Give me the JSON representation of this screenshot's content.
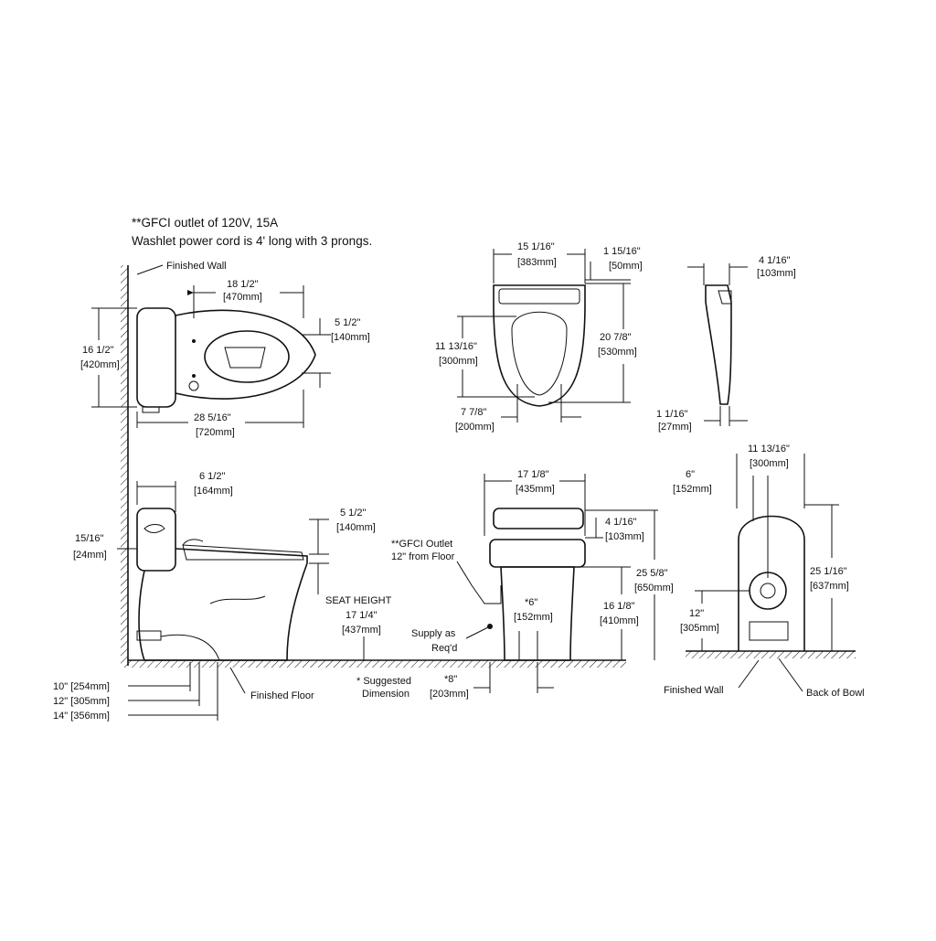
{
  "notes": {
    "line1": "**GFCI outlet of 120V, 15A",
    "line2": "Washlet power cord is 4' long with 3 prongs."
  },
  "top_view": {
    "finished_wall": "Finished Wall",
    "width_in": "18 1/2\"",
    "width_mm": "[470mm]",
    "offset_in": "5 1/2\"",
    "offset_mm": "[140mm]",
    "depth_in": "16 1/2\"",
    "depth_mm": "[420mm]",
    "length_in": "28 5/16\"",
    "length_mm": "[720mm]"
  },
  "seat_top": {
    "width_in": "15 1/16\"",
    "width_mm": "[383mm]",
    "hinge_in": "1 15/16\"",
    "hinge_mm": "[50mm]",
    "opening_in": "11 13/16\"",
    "opening_mm": "[300mm]",
    "length_in": "20 7/8\"",
    "length_mm": "[530mm]",
    "front_in": "7 7/8\"",
    "front_mm": "[200mm]"
  },
  "seat_side": {
    "height_in": "4 1/16\"",
    "height_mm": "[103mm]",
    "thick_in": "1 1/16\"",
    "thick_mm": "[27mm]"
  },
  "side_view": {
    "tank_in": "6 1/2\"",
    "tank_mm": "[164mm]",
    "lid_in": "15/16\"",
    "lid_mm": "[24mm]",
    "seat_off_in": "5 1/2\"",
    "seat_off_mm": "[140mm]",
    "seat_height_label": "SEAT HEIGHT",
    "seat_height_in": "17 1/4\"",
    "seat_height_mm": "[437mm]",
    "rough_10": "10\" [254mm]",
    "rough_12": "12\" [305mm]",
    "rough_14": "14\" [356mm]",
    "finished_floor": "Finished Floor"
  },
  "front_view": {
    "gfci_line1": "**GFCI Outlet",
    "gfci_line2": "12\" from Floor",
    "width_in": "17 1/8\"",
    "width_mm": "[435mm]",
    "seat_h_in": "4 1/16\"",
    "seat_h_mm": "[103mm]",
    "total_in": "25 5/8\"",
    "total_mm": "[650mm]",
    "base_in": "16 1/8\"",
    "base_mm": "[410mm]",
    "center_in": "*6\"",
    "center_mm": "[152mm]",
    "supply_line1": "Supply as",
    "supply_line2": "Req'd",
    "suggested_line1": "* Suggested",
    "suggested_line2": "Dimension",
    "supply_in": "*8\"",
    "supply_mm": "[203mm]"
  },
  "back_view": {
    "width_in": "11 13/16\"",
    "width_mm": "[300mm]",
    "offset_in": "6\"",
    "offset_mm": "[152mm]",
    "height_in": "25 1/16\"",
    "height_mm": "[637mm]",
    "outlet_in": "12\"",
    "outlet_mm": "[305mm]",
    "finished_wall": "Finished Wall",
    "back_of_bowl": "Back of Bowl"
  }
}
